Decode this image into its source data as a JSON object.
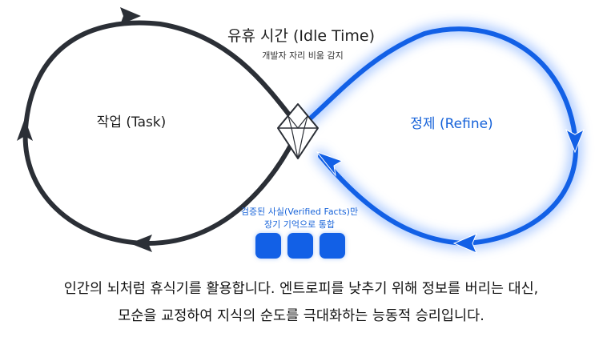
{
  "diagram": {
    "idle_title": "유휴 시간 (Idle Time)",
    "idle_subtitle": "개발자 자리 비움 감지",
    "task_label": "작업 (Task)",
    "refine_label": "정제 (Refine)",
    "verified_line1": "검증된 사실(Verified Facts)만",
    "verified_line2": "장기 기억으로 통합",
    "fact_blocks": 3
  },
  "caption": {
    "line1": "인간의 뇌처럼 휴식기를 활용합니다. 엔트로피를 낮추기 위해 정보를 버리는 대신,",
    "line2": "모순을 교정하여 지식의 순도를 극대화하는 능동적 승리입니다."
  },
  "colors": {
    "task_loop": "#2b2f36",
    "refine_loop": "#1260e6",
    "refine_glow": "#6aa0ff",
    "fact_block": "#1260e6"
  },
  "icons": [
    "diamond-gem-icon",
    "arrowhead-icon"
  ]
}
